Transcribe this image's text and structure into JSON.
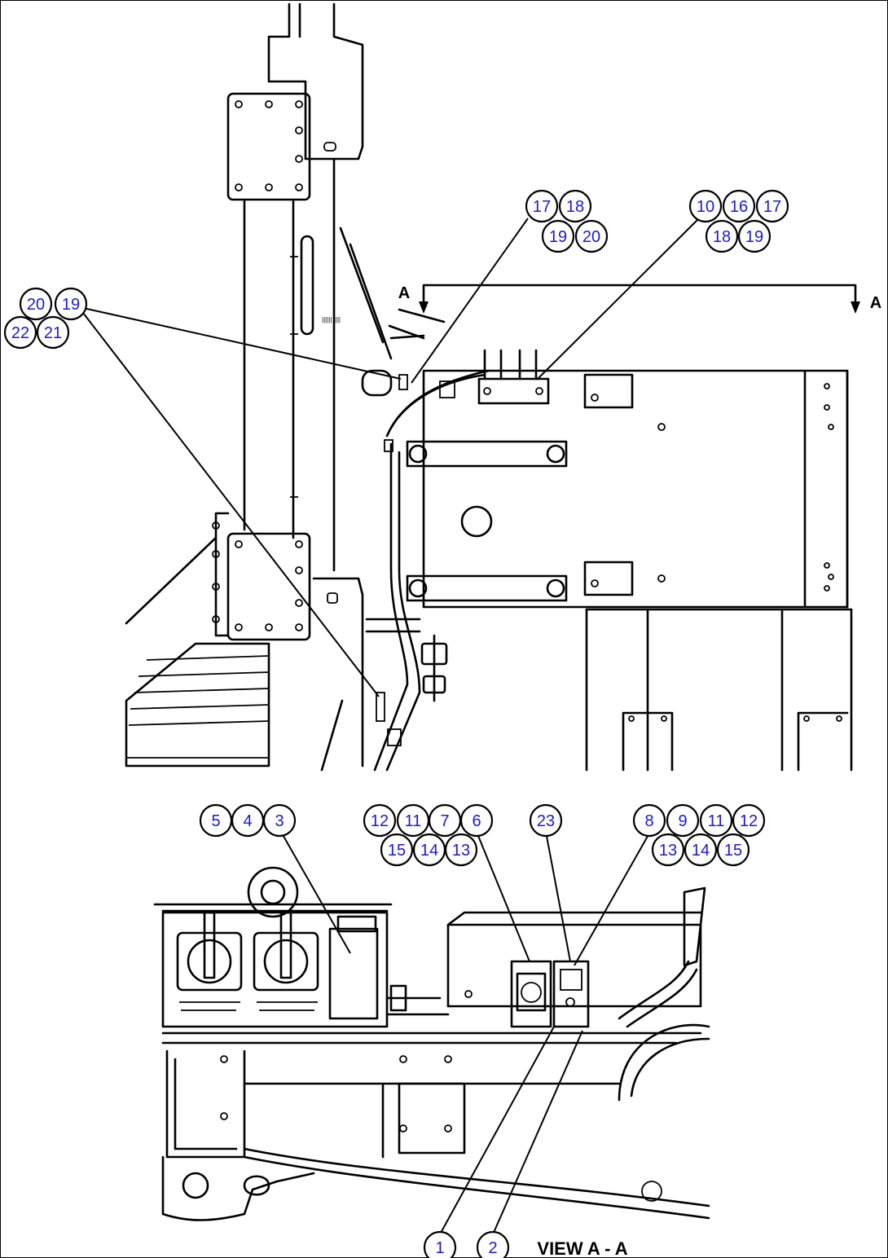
{
  "section_markers": {
    "left": "A",
    "right": "A"
  },
  "view_label": "VIEW A - A",
  "callouts": {
    "g_17_18_19_20": [
      "17",
      "18",
      "19",
      "20"
    ],
    "g_10_16_17_18_19": [
      "10",
      "16",
      "17",
      "18",
      "19"
    ],
    "g_20_19_22_21": [
      "20",
      "19",
      "22",
      "21"
    ],
    "g_5_4_3": [
      "5",
      "4",
      "3"
    ],
    "g_12_11_7_6_15_14_13": [
      "12",
      "11",
      "7",
      "6",
      "15",
      "14",
      "13"
    ],
    "g_23": [
      "23"
    ],
    "g_8_9_11_12_13_14_15": [
      "8",
      "9",
      "11",
      "12",
      "13",
      "14",
      "15"
    ],
    "g_1": [
      "1"
    ],
    "g_2": [
      "2"
    ]
  }
}
